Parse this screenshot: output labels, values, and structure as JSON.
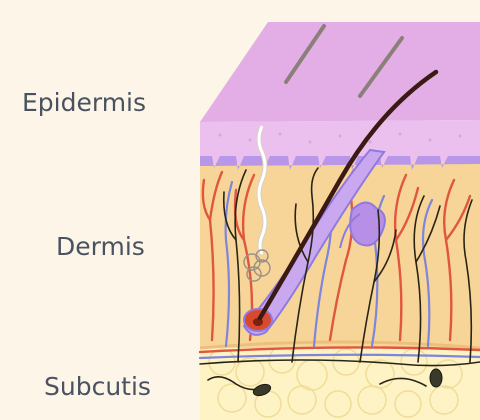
{
  "labels": {
    "epidermis": "Epidermis",
    "dermis": "Dermis",
    "subcutis": "Subcutis"
  },
  "colors": {
    "background": "#fdf6e8",
    "epidermis": "#ecc0ee",
    "epidermis_top": "#e3aee6",
    "basal_layer": "#b896e8",
    "dermis": "#f7d598",
    "subcutis": "#fdf3c4",
    "artery": "#e0563f",
    "vein": "#7d86dc",
    "nerve": "#2a2416",
    "hair": "#3b1a14",
    "hair_follicle": "#8f7ae0",
    "sebaceous_gland": "#b88fe6",
    "sweat_gland": "#ffffff",
    "label_text": "#4a5261"
  },
  "icons": [
    "hair-icon",
    "sweat-gland-icon",
    "sebaceous-gland-icon",
    "hair-bulb-icon",
    "pacinian-corpuscle-icon"
  ]
}
